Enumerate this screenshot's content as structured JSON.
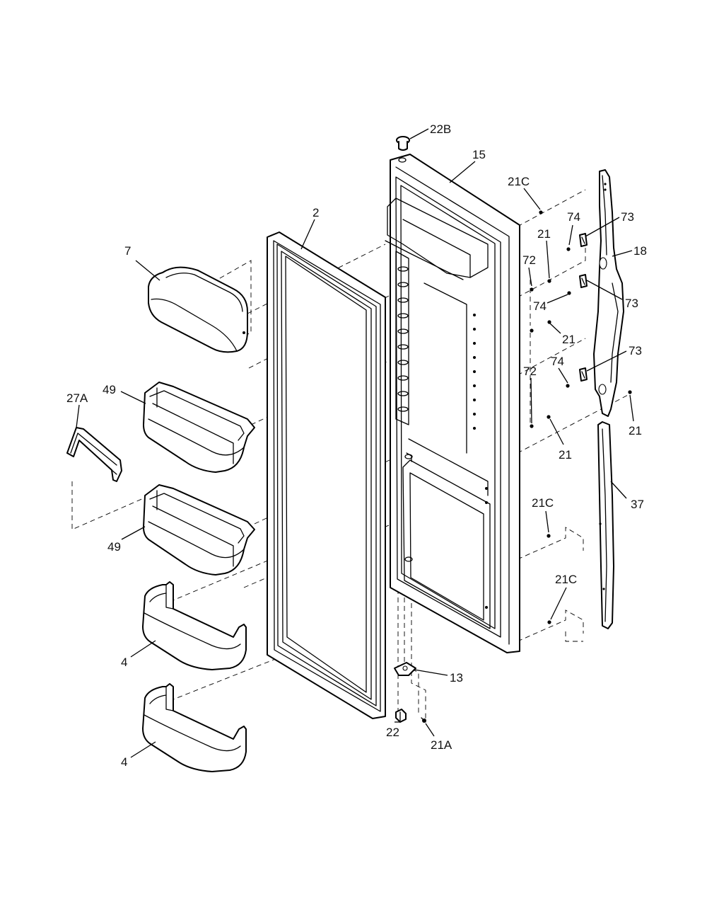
{
  "colors": {
    "background": "#ffffff",
    "line": "#000000"
  },
  "callouts": {
    "c22B": "22B",
    "c15": "15",
    "c21C_top": "21C",
    "c2": "2",
    "c74_a": "74",
    "c73_a": "73",
    "c21_a": "21",
    "c18": "18",
    "c7": "7",
    "c72_a": "72",
    "c74_b": "74",
    "c73_b": "73",
    "c21_b": "21",
    "c73_c": "73",
    "c74_c": "74",
    "c72_b": "72",
    "c49_top": "49",
    "c27A": "27A",
    "c21_c": "21",
    "c21_d": "21",
    "c37": "37",
    "c21C_mid": "21C",
    "c49_bottom": "49",
    "c21C_bottom": "21C",
    "c4_top": "4",
    "c13": "13",
    "c22": "22",
    "c21A": "21A",
    "c4_bottom": "4"
  }
}
